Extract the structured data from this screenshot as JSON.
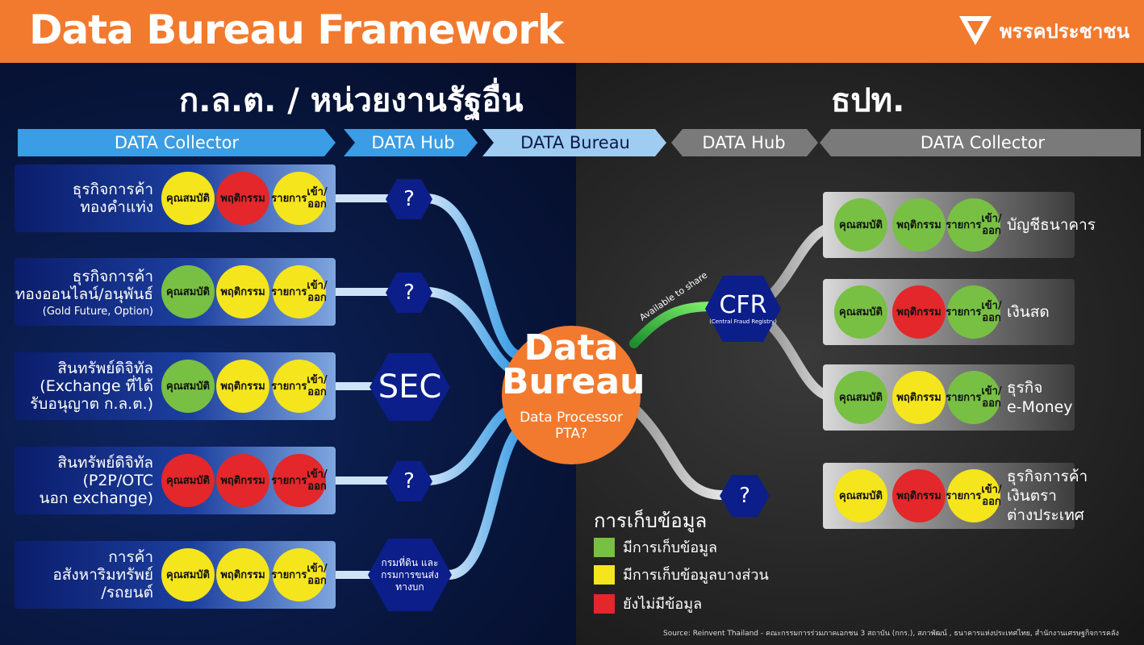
{
  "header": {
    "title": "Data Bureau Framework",
    "logo_text": "พรรคประชาชน"
  },
  "left_section": {
    "title": "ก.ล.ต. / หน่วยงานรัฐอื่น"
  },
  "right_section": {
    "title": "ธปท."
  },
  "flow_bar": {
    "left_collector": "DATA Collector",
    "left_hub": "DATA Hub",
    "bureau": "DATA Bureau",
    "right_hub": "DATA Hub",
    "right_collector": "DATA Collector"
  },
  "circle_labels": {
    "qualification": "คุณสมบัติ",
    "behavior": "พฤติกรรม",
    "transactions_line1": "รายการ",
    "transactions_line2": "เข้า/ออก"
  },
  "left_rows": [
    {
      "label_lines": [
        "ธุรกิจการค้า",
        "ทองคำแท่ง"
      ],
      "small": "",
      "status": [
        "yellow",
        "red",
        "yellow"
      ],
      "hub": "?"
    },
    {
      "label_lines": [
        "ธุรกิจการค้า",
        "ทองออนไลน์/อนุพันธ์"
      ],
      "small": "(Gold Future, Option)",
      "status": [
        "green",
        "yellow",
        "yellow"
      ],
      "hub": "?"
    },
    {
      "label_lines": [
        "สินทรัพย์ดิจิทัล",
        "(Exchange ที่ได้",
        "รับอนุญาต ก.ล.ต.)"
      ],
      "small": "",
      "status": [
        "green",
        "yellow",
        "yellow"
      ],
      "hub": "SEC"
    },
    {
      "label_lines": [
        "สินทรัพย์ดิจิทัล",
        "(P2P/OTC",
        "นอก exchange)"
      ],
      "small": "",
      "status": [
        "red",
        "red",
        "red"
      ],
      "hub": "?"
    },
    {
      "label_lines": [
        "การค้า",
        "อสังหาริมทรัพย์",
        "/รถยนต์"
      ],
      "small": "",
      "status": [
        "yellow",
        "yellow",
        "yellow"
      ],
      "hub_lines": [
        "กรมที่ดิน และ",
        "กรมการขนส่ง",
        "ทางบก"
      ]
    }
  ],
  "right_rows": [
    {
      "label_lines": [
        "บัญชีธนาคาร"
      ],
      "status": [
        "green",
        "green",
        "green"
      ]
    },
    {
      "label_lines": [
        "เงินสด"
      ],
      "status": [
        "green",
        "red",
        "green"
      ]
    },
    {
      "label_lines": [
        "ธุรกิจ",
        "e-Money"
      ],
      "status": [
        "green",
        "yellow",
        "green"
      ]
    },
    {
      "label_lines": [
        "ธุรกิจการค้า",
        "เงินตรา",
        "ต่างประเทศ"
      ],
      "status": [
        "yellow",
        "red",
        "yellow"
      ]
    }
  ],
  "cfr": {
    "title": "CFR",
    "subtitle": "(Central Fraud Registry)",
    "share_label": "Available to share"
  },
  "right_hub_unknown": "?",
  "bureau": {
    "line1": "Data",
    "line2": "Bureau",
    "line3": "Data Processor",
    "line4": "PTA?"
  },
  "legend": {
    "title": "การเก็บข้อมูล",
    "items": [
      {
        "color": "green",
        "label": "มีการเก็บข้อมูล"
      },
      {
        "color": "yellow",
        "label": "มีการเก็บข้อมูลบางส่วน"
      },
      {
        "color": "red",
        "label": "ยังไม่มีข้อมูล"
      }
    ]
  },
  "source": "Source:  Reinvent Thailand - คณะกรรมการร่วมภาคเอกชน 3 สถาบัน (กกร.), สภาพัฒน์ , ธนาคารแห่งประเทศไทย, สำนักงานเศรษฐกิจการคลัง",
  "colors": {
    "orange": "#f27a2e",
    "green": "#78c043",
    "yellow": "#f5e51d",
    "red": "#e3272b",
    "hub_blue": "#0b1e8a"
  }
}
